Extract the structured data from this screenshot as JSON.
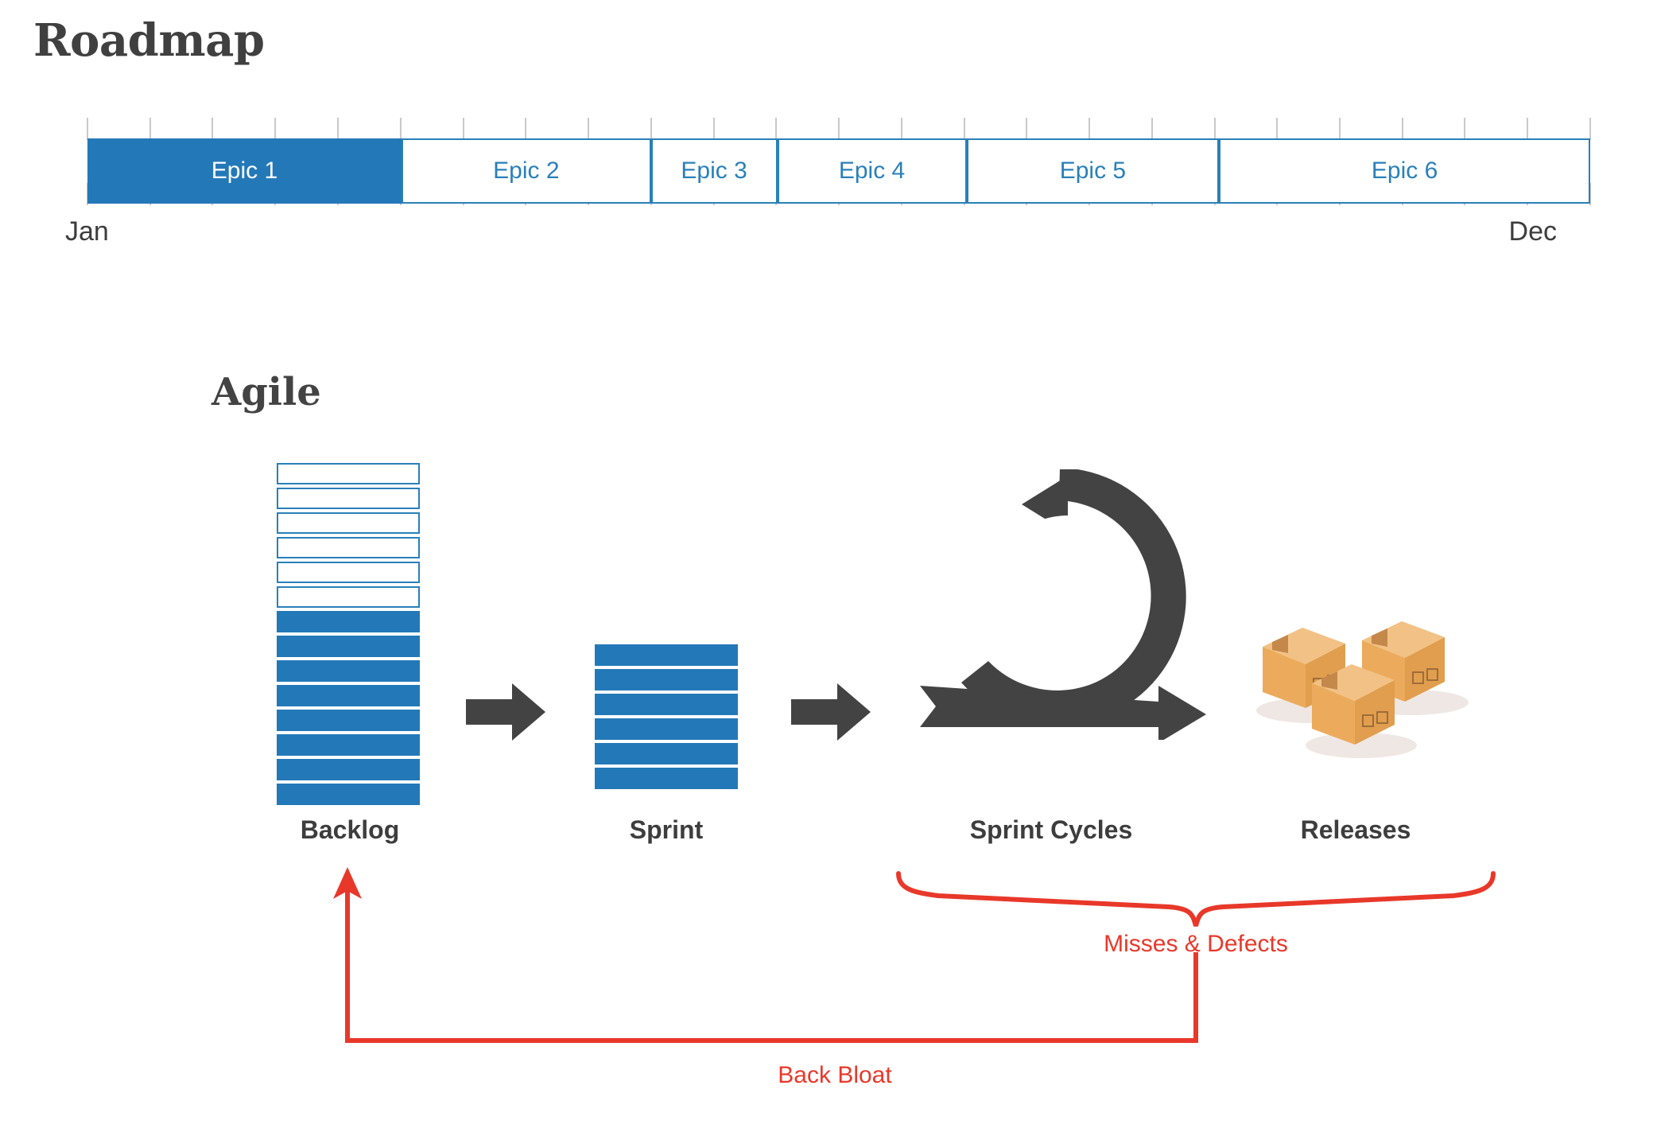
{
  "roadmap": {
    "title": "Roadmap",
    "month_start": "Jan",
    "month_end": "Dec",
    "accent_blue": "#2379b8",
    "tick_color": "#c9c9c9",
    "tick_count": 25,
    "epics": [
      {
        "label": "Epic 1",
        "filled": true,
        "start_pct": 0.0,
        "width_pct": 20.9
      },
      {
        "label": "Epic 2",
        "filled": false,
        "start_pct": 20.9,
        "width_pct": 16.6
      },
      {
        "label": "Epic 3",
        "filled": false,
        "start_pct": 37.5,
        "width_pct": 8.4
      },
      {
        "label": "Epic 4",
        "filled": false,
        "start_pct": 45.9,
        "width_pct": 12.6
      },
      {
        "label": "Epic 5",
        "filled": false,
        "start_pct": 58.5,
        "width_pct": 16.8
      },
      {
        "label": "Epic 6",
        "filled": false,
        "start_pct": 75.3,
        "width_pct": 24.7
      }
    ]
  },
  "agile": {
    "title": "Agile",
    "stages": [
      {
        "name": "Backlog",
        "label": "Backlog"
      },
      {
        "name": "Sprint",
        "label": "Sprint"
      },
      {
        "name": "Sprint Cycles",
        "label": "Sprint Cycles"
      },
      {
        "name": "Releases",
        "label": "Releases"
      }
    ],
    "backlog": {
      "empty_rows": 6,
      "filled_rows": 8
    },
    "sprint": {
      "empty_rows": 0,
      "filled_rows": 6
    },
    "arrow_color": "#434343",
    "box_color": "#efab52",
    "annotations": {
      "brace_label": "Misses & Defects",
      "loop_label": "Back Bloat",
      "color": "#e8382a"
    }
  }
}
